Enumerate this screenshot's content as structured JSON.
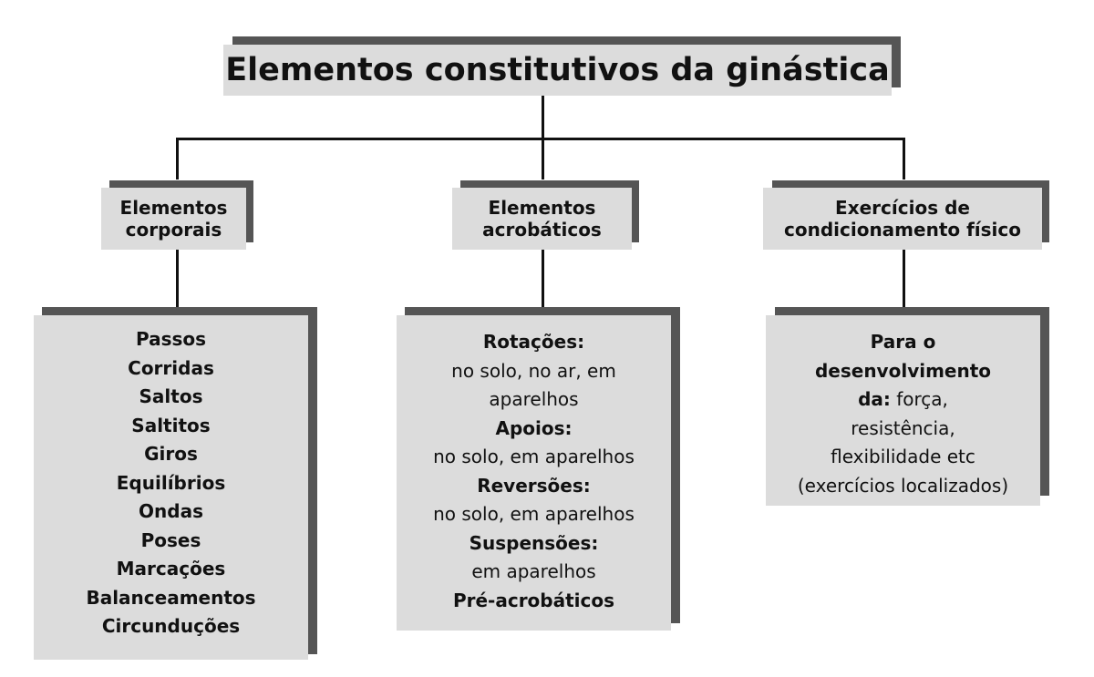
{
  "title": "Elementos constitutivos da ginástica",
  "categories": [
    {
      "lines": [
        "Elementos",
        "corporais"
      ],
      "items": [
        "Passos",
        "Corridas",
        "Saltos",
        "Saltitos",
        "Giros",
        "Equilíbrios",
        "Ondas",
        "Poses",
        "Marcações",
        "Balanceamentos",
        "Circunduções"
      ]
    },
    {
      "lines": [
        "Elementos",
        "acrobáticos"
      ],
      "groups": [
        {
          "heading": "Rotações:",
          "text": [
            "no solo, no ar, em",
            "aparelhos"
          ]
        },
        {
          "heading": "Apoios:",
          "text": [
            "no solo, em aparelhos"
          ]
        },
        {
          "heading": "Reversões:",
          "text": [
            "no solo, em aparelhos"
          ]
        },
        {
          "heading": "Suspensões:",
          "text": [
            "em aparelhos"
          ]
        },
        {
          "heading": "Pré-acrobáticos",
          "text": []
        }
      ]
    },
    {
      "lines": [
        "Exercícios de",
        "condicionamento físico"
      ],
      "para": {
        "bold1": "Para o",
        "bold2": "desenvolvimento",
        "bold3": "da:",
        "rest1": " força,",
        "rest2": "resistência,",
        "rest3": "flexibilidade etc",
        "rest4": "(exercícios localizados)"
      }
    }
  ]
}
